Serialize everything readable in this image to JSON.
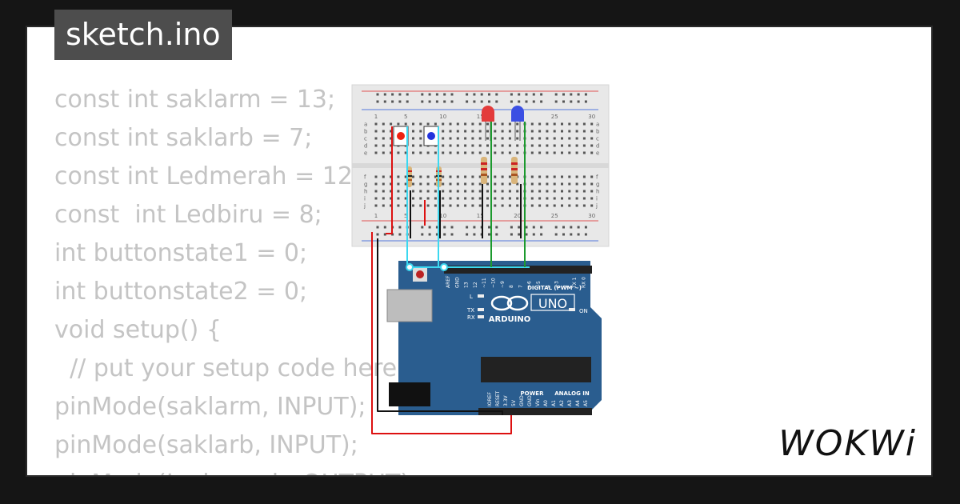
{
  "title": "sketch.ino",
  "code_lines": [
    "const int saklarm = 13;",
    "const int saklarb = 7;",
    "const int Ledmerah = 12;",
    "const  int Ledbiru = 8;",
    "int buttonstate1 = 0;",
    "int buttonstate2 = 0;",
    "void setup() {",
    "  // put your setup code here",
    "pinMode(saklarm, INPUT);",
    "pinMode(saklarb, INPUT);",
    "pinMode(Ledmerah, OUTPUT);"
  ],
  "breadboard": {
    "column_labels": [
      "1",
      "5",
      "10",
      "15",
      "20",
      "25",
      "30"
    ],
    "row_labels_top": [
      "a",
      "b",
      "c",
      "d",
      "e"
    ],
    "row_labels_bottom": [
      "f",
      "g",
      "h",
      "i",
      "j"
    ]
  },
  "arduino": {
    "model": "UNO",
    "brand": "ARDUINO",
    "digital_label": "DIGITAL (PWM ~)",
    "power_label": "POWER",
    "analog_label": "ANALOG IN",
    "on_label": "ON",
    "l_label": "L",
    "tx_label": "TX",
    "rx_label": "RX",
    "pin_labels_top": [
      "AREF",
      "GND",
      "13",
      "12",
      "~11",
      "~10",
      "~9",
      "8",
      "7",
      "~6",
      "~5",
      "4",
      "~3",
      "2",
      "TX 1",
      "RX 0"
    ],
    "pin_labels_bottom": [
      "IOREF",
      "RESET",
      "3.3V",
      "5V",
      "GND",
      "GND",
      "Vin",
      "A0",
      "A1",
      "A2",
      "A3",
      "A4",
      "A5"
    ]
  },
  "colors": {
    "board_blue": "#2a5d8f",
    "led_red": "#e33b3b",
    "led_blue": "#3b4fe3",
    "wire_red": "#d11",
    "wire_black": "#111",
    "wire_cyan": "#3cd8f0",
    "wire_green": "#1c9a2e"
  },
  "logo": "WOKWi"
}
